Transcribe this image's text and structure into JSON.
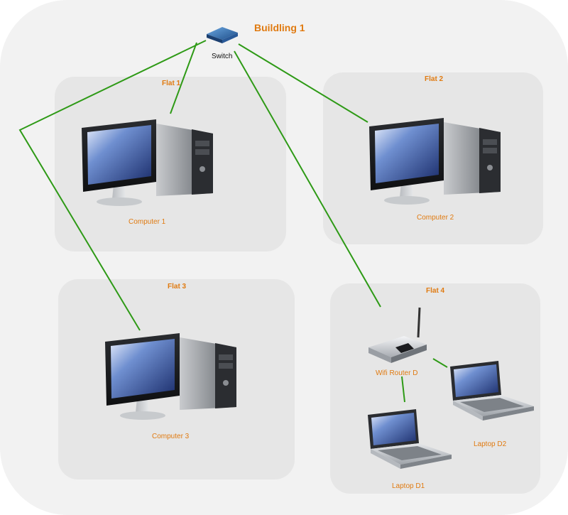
{
  "building": {
    "title": "Buildling 1"
  },
  "switch": {
    "label": "Switch"
  },
  "flats": [
    {
      "name": "Flat 1"
    },
    {
      "name": "Flat 2"
    },
    {
      "name": "Flat 3"
    },
    {
      "name": "Flat 4"
    }
  ],
  "devices": {
    "computer1": "Computer 1",
    "computer2": "Computer 2",
    "computer3": "Computer 3",
    "router": "Wifi Router D",
    "laptop1": "Laptop D1",
    "laptop2": "Laptop D2"
  },
  "colors": {
    "link": "#2e9a16",
    "label": "#e07a10",
    "building_bg": "#f2f2f2",
    "flat_bg": "#e6e6e6"
  },
  "icons": [
    "switch-icon",
    "desktop-computer-icon",
    "wifi-router-icon",
    "laptop-icon"
  ]
}
